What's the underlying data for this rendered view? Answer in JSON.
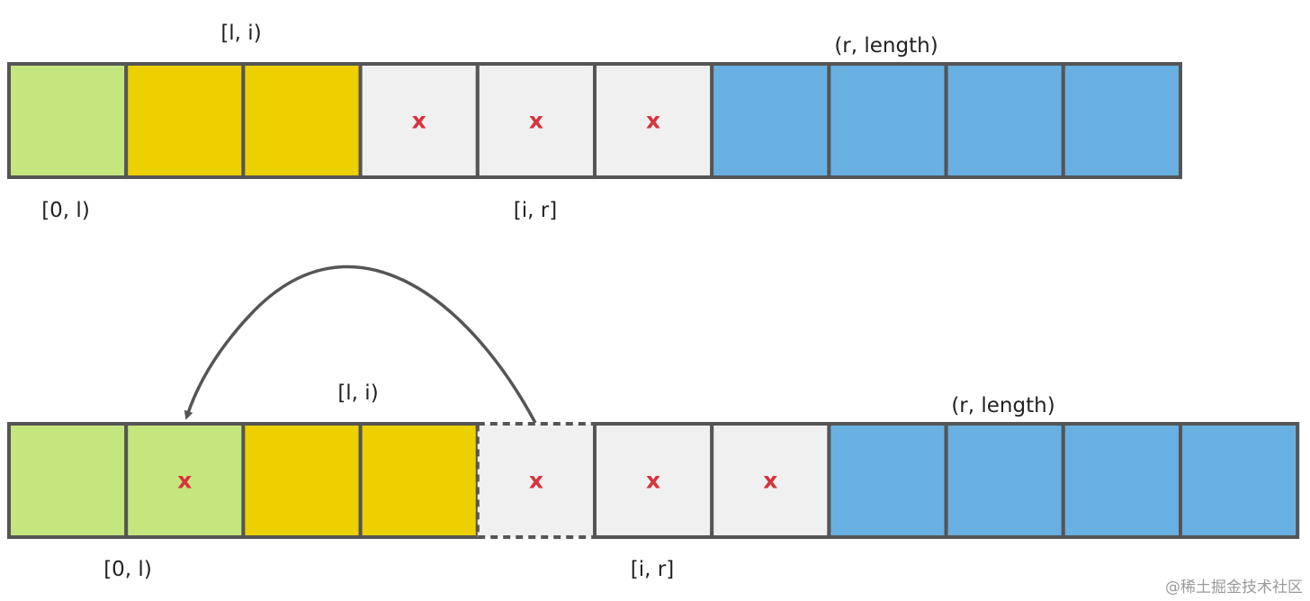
{
  "colors": {
    "green": "#c5e67e",
    "yellow": "#ecd000",
    "gray": "#f0f0f0",
    "blue": "#69b0e2",
    "border": "#555555",
    "mark": "#d8323c"
  },
  "rows": [
    {
      "cells": [
        {
          "fill": "green",
          "mark": ""
        },
        {
          "fill": "yellow",
          "mark": ""
        },
        {
          "fill": "yellow",
          "mark": ""
        },
        {
          "fill": "gray",
          "mark": "x"
        },
        {
          "fill": "gray",
          "mark": "x"
        },
        {
          "fill": "gray",
          "mark": "x"
        },
        {
          "fill": "blue",
          "mark": ""
        },
        {
          "fill": "blue",
          "mark": ""
        },
        {
          "fill": "blue",
          "mark": ""
        },
        {
          "fill": "blue",
          "mark": ""
        }
      ],
      "labels": {
        "segment_0_l": "[0, l)",
        "segment_l_i": "[l, i)",
        "segment_i_r": "[i, r]",
        "segment_r_length": "(r, length)"
      }
    },
    {
      "cells": [
        {
          "fill": "green",
          "mark": ""
        },
        {
          "fill": "green",
          "mark": "x"
        },
        {
          "fill": "yellow",
          "mark": ""
        },
        {
          "fill": "yellow",
          "mark": ""
        },
        {
          "fill": "gray",
          "mark": "x",
          "dashed": true
        },
        {
          "fill": "gray",
          "mark": "x"
        },
        {
          "fill": "gray",
          "mark": "x"
        },
        {
          "fill": "blue",
          "mark": ""
        },
        {
          "fill": "blue",
          "mark": ""
        },
        {
          "fill": "blue",
          "mark": ""
        },
        {
          "fill": "blue",
          "mark": ""
        }
      ],
      "labels": {
        "segment_0_l": "[0, l)",
        "segment_l_i": "[l, i)",
        "segment_i_r": "[i, r]",
        "segment_r_length": "(r, length)"
      }
    }
  ],
  "arrow": {
    "from": "row-2-cell-5",
    "to": "row-2-cell-2"
  },
  "watermark": "@稀土掘金技术社区"
}
